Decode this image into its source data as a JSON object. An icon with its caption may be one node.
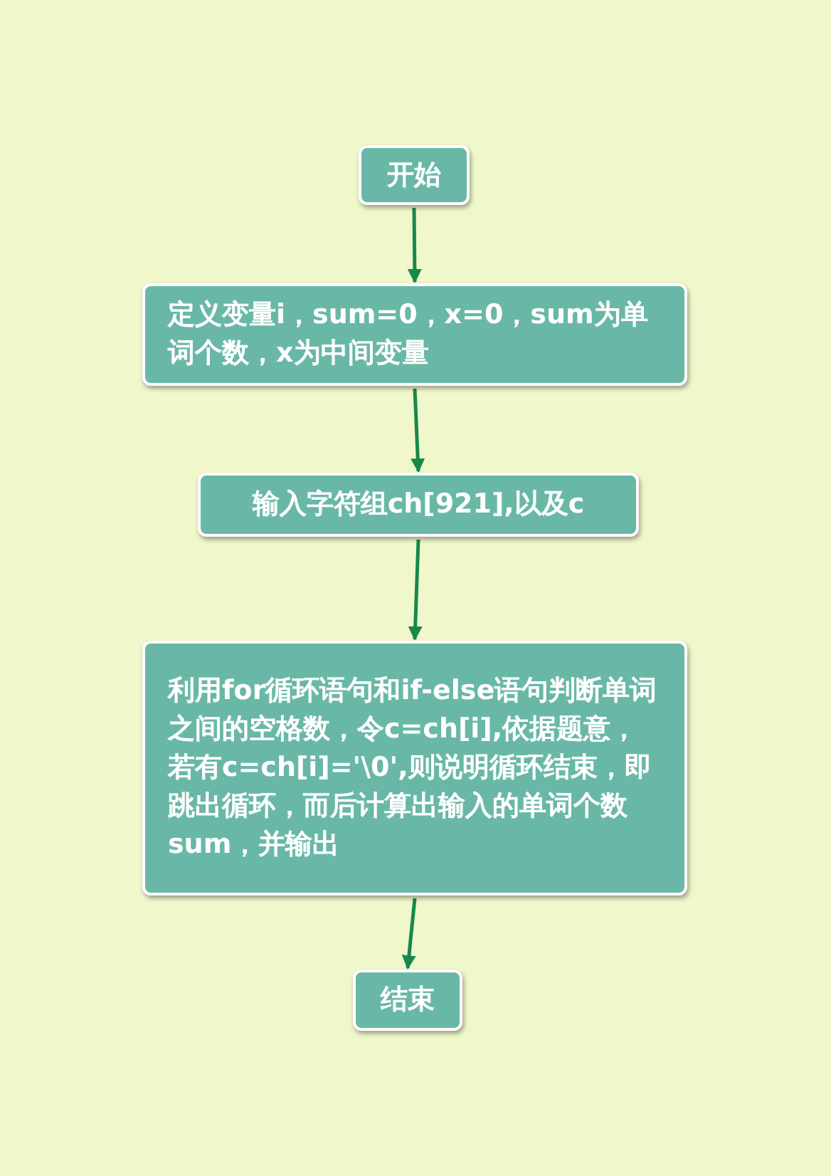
{
  "diagram": {
    "nodes": [
      {
        "text": [
          "开始"
        ]
      },
      {
        "text": [
          "定义变量i，sum=0，x=0，sum为单词个数，x为中间变量"
        ]
      },
      {
        "text": [
          "输入字符组ch[921],以及c"
        ]
      },
      {
        "text": [
          "利用for循环语句和if-else语句判断单词之间的空格数，令c=ch[i],依据题意，若有c=ch[i]='\\0',则说明循环结束，即跳出循环，而后计算出输入的单词个数sum，并输出"
        ]
      },
      {
        "text": [
          "结束"
        ]
      }
    ],
    "edges": [
      {
        "from": 0,
        "to": 1,
        "arrow": "to"
      },
      {
        "from": 1,
        "to": 2,
        "arrow": "to"
      },
      {
        "from": 2,
        "to": 3,
        "arrow": "to"
      },
      {
        "from": 3,
        "to": 4,
        "arrow": "to"
      }
    ]
  }
}
